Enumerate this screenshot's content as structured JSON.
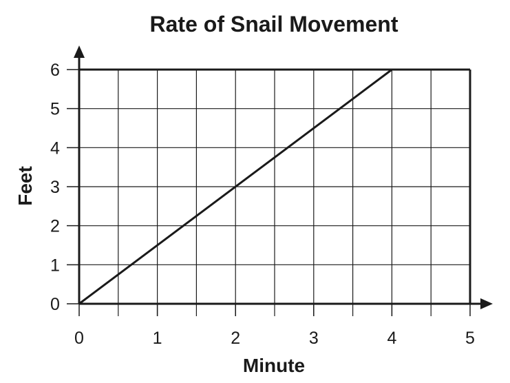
{
  "chart_data": {
    "type": "line",
    "title": "Rate of Snail Movement",
    "xlabel": "Minute",
    "ylabel": "Feet",
    "xlim": [
      0,
      5
    ],
    "ylim": [
      0,
      6
    ],
    "x_ticks": [
      0,
      1,
      2,
      3,
      4,
      5
    ],
    "y_ticks": [
      0,
      1,
      2,
      3,
      4,
      5,
      6
    ],
    "grid": true,
    "x_minor_step": 0.5,
    "y_step": 1,
    "series": [
      {
        "x": [
          0,
          4
        ],
        "y": [
          0,
          6
        ]
      }
    ],
    "colors": {
      "ink": "#1a1a1a",
      "background": "#ffffff"
    }
  }
}
